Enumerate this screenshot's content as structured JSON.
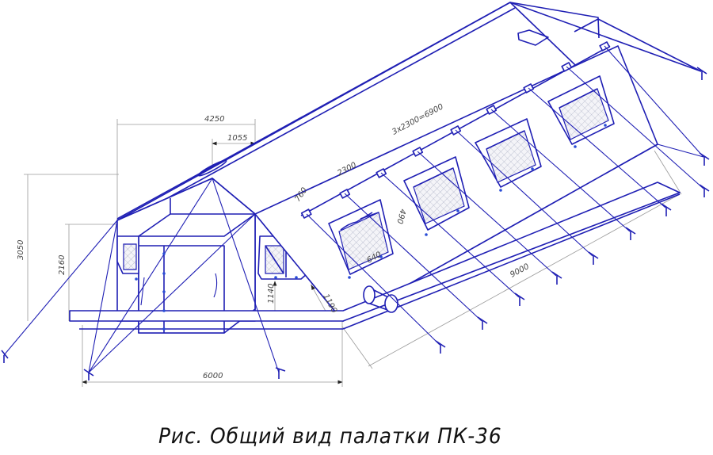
{
  "drawing": {
    "subject": "tent-general-view",
    "line_color": "#1f1fb4",
    "dimension_color": "#9a9a9a",
    "dimensions": {
      "top_width": "4250",
      "vestibule_width": "1055",
      "window_spacing_total": "3x2300=6900",
      "window_spacing": "2300",
      "edge_offset": "760",
      "total_height": "3050",
      "wall_height": "2160",
      "window_sill_height_front": "1140",
      "window_sill_height_side": "1190",
      "window_width": "640",
      "window_height": "490",
      "length": "9000",
      "width": "6000"
    }
  },
  "caption": {
    "text": "Рис. Общий вид палатки  ПК-36"
  }
}
